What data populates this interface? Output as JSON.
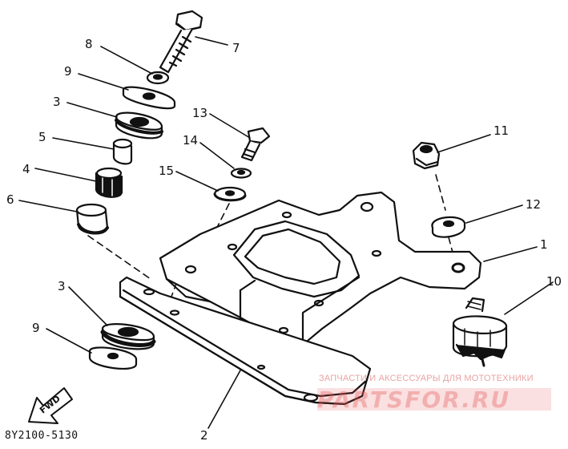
{
  "callouts": [
    {
      "id": "c8",
      "text": "8"
    },
    {
      "id": "c7",
      "text": "7"
    },
    {
      "id": "c9a",
      "text": "9"
    },
    {
      "id": "c3a",
      "text": "3"
    },
    {
      "id": "c13",
      "text": "13"
    },
    {
      "id": "c5",
      "text": "5"
    },
    {
      "id": "c14",
      "text": "14"
    },
    {
      "id": "c11",
      "text": "11"
    },
    {
      "id": "c4",
      "text": "4"
    },
    {
      "id": "c15",
      "text": "15"
    },
    {
      "id": "c6",
      "text": "6"
    },
    {
      "id": "c12",
      "text": "12"
    },
    {
      "id": "c1",
      "text": "1"
    },
    {
      "id": "c3b",
      "text": "3"
    },
    {
      "id": "c10",
      "text": "10"
    },
    {
      "id": "c9b",
      "text": "9"
    },
    {
      "id": "c2",
      "text": "2"
    }
  ],
  "direction_marker": {
    "label": "FWD",
    "icon": "forward-arrow-icon"
  },
  "drawing_code": "8Y2100-5130",
  "watermark": {
    "tagline": "ЗАПЧАСТИ И АКСЕССУАРЫ ДЛЯ МОТОТЕХНИКИ",
    "logo": "PARTSFOR.RU",
    "color": "#e25454"
  },
  "colors": {
    "ink": "#111111",
    "paper": "#ffffff"
  }
}
